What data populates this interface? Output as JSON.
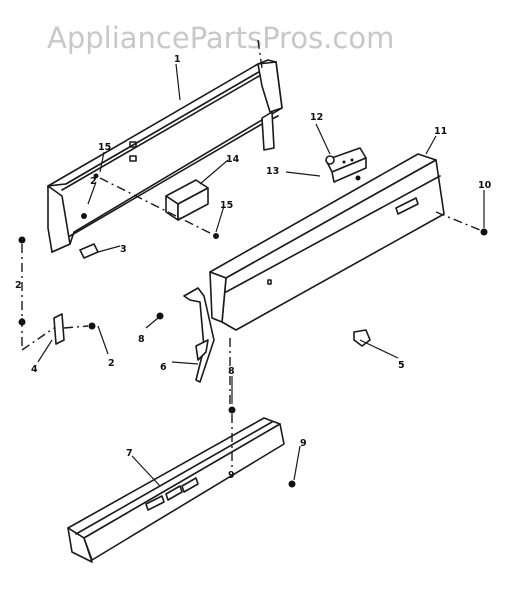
{
  "watermark": "AppliancePartsPros.com",
  "callouts": {
    "c1": "1",
    "c2a": "2",
    "c2b": "2",
    "c2c": "2",
    "c3": "3",
    "c4": "4",
    "c5": "5",
    "c6": "6",
    "c7": "7",
    "c8a": "8",
    "c8b": "8",
    "c9a": "9",
    "c9b": "9",
    "c10": "10",
    "c11": "11",
    "c12": "12",
    "c13": "13",
    "c14": "14",
    "c15a": "15",
    "c15b": "15"
  }
}
